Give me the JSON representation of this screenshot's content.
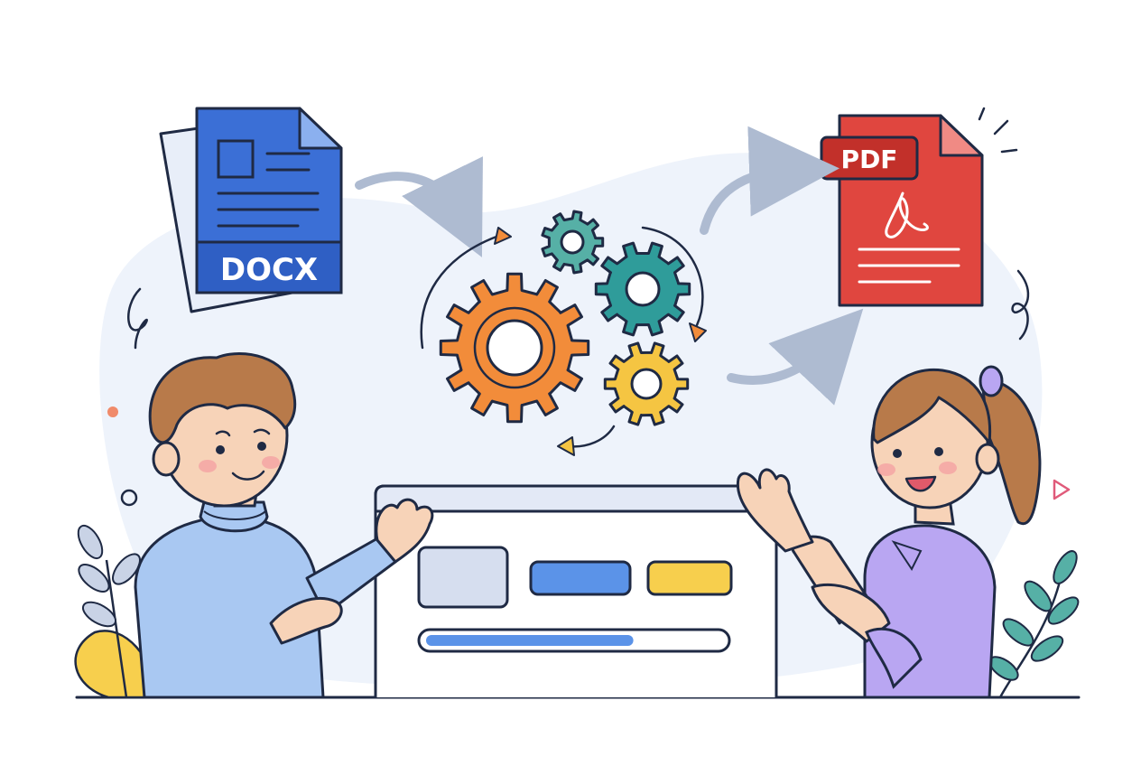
{
  "source_file": {
    "label": "DOCX",
    "icon": "docx-file-icon",
    "color": "#3b6fd6"
  },
  "target_file": {
    "label": "PDF",
    "icon": "pdf-file-icon",
    "color": "#e0463f"
  },
  "gears": {
    "icon": "gears-icon",
    "colors": [
      "#f28c3a",
      "#2f9c9a",
      "#f5c542",
      "#56b0a6"
    ]
  },
  "app_window": {
    "progress": 0.7,
    "block_colors": [
      "#d6deef",
      "#5b93e8",
      "#f7cf4d"
    ]
  },
  "people": [
    "man-avatar",
    "woman-avatar"
  ]
}
